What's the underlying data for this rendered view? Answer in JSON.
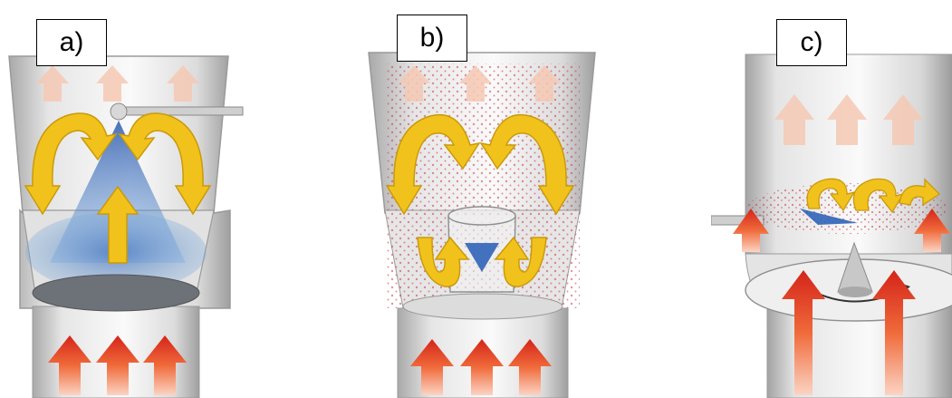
{
  "panels": [
    {
      "label": "a)",
      "process": "top-spray-granulator"
    },
    {
      "label": "b)",
      "process": "bottom-spray-wurster"
    },
    {
      "label": "c)",
      "process": "tangential-spray-rotor"
    }
  ],
  "colors": {
    "vessel_light": "#f2f2f2",
    "vessel_shade": "#b8b8b8",
    "inlet_air": "#e8361a",
    "exhaust_air": "#f6c9b4",
    "circulation": "#f2c21c",
    "spray": "#2f64b8",
    "particles": "#c73a4f",
    "powder_bed": "#6d7178"
  }
}
